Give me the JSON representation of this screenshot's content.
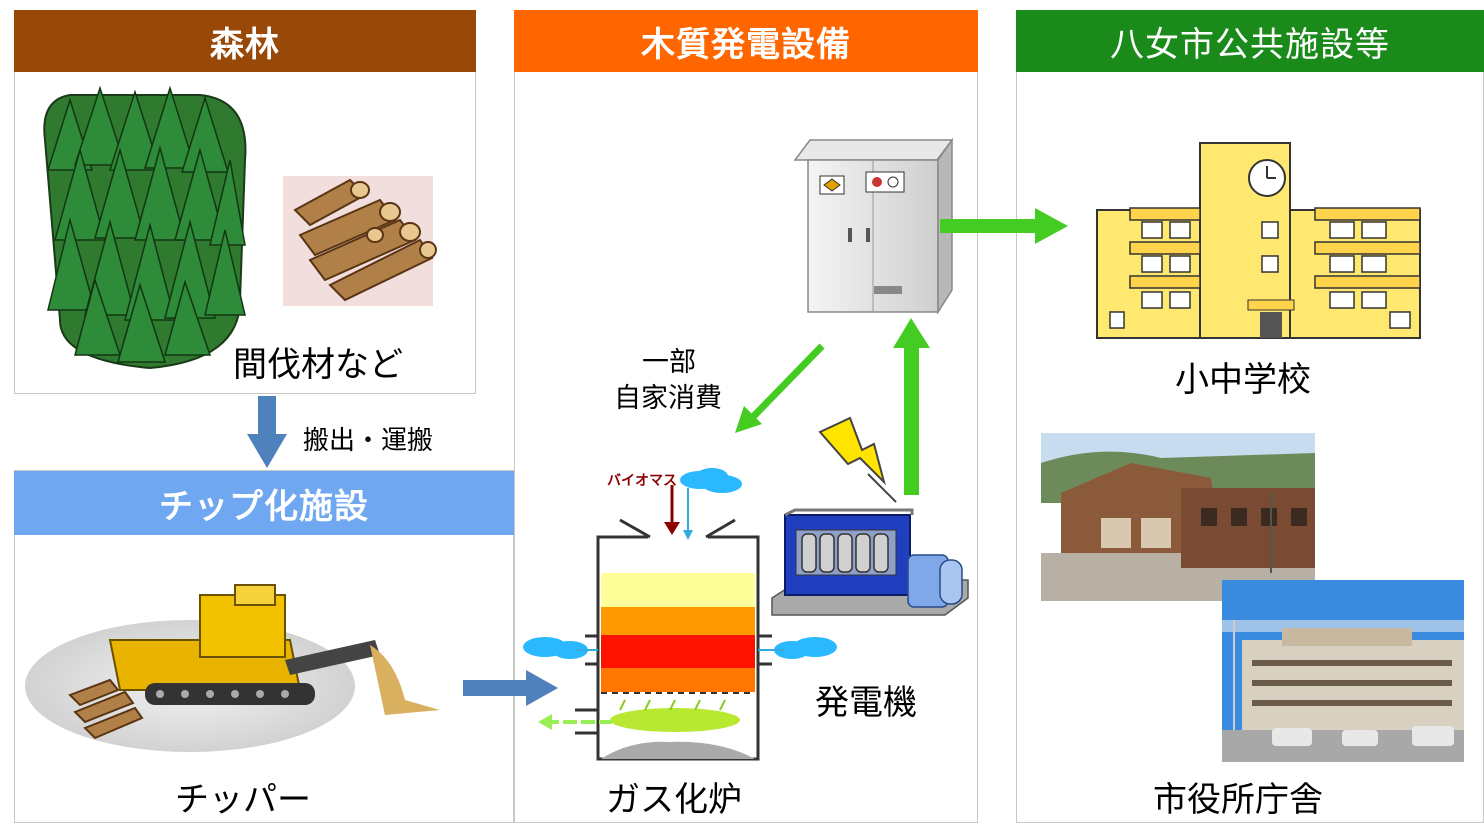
{
  "sections": {
    "forest": {
      "title": "森林",
      "color": "#984807",
      "caption": "間伐材など"
    },
    "chip": {
      "title": "チップ化施設",
      "color": "#6fa8f0",
      "caption": "チッパー"
    },
    "power": {
      "title": "木質発電設備",
      "color": "#ff6600",
      "gasifier_caption": "ガス化炉",
      "generator_caption": "発電機",
      "biomass_label": "バイオマス",
      "self_use_line1": "一部",
      "self_use_line2": "自家消費"
    },
    "public": {
      "title": "八女市公共施設等",
      "color": "#1a8a1a",
      "school_caption": "小中学校",
      "cityhall_caption": "市役所庁舎"
    }
  },
  "transport_label": "搬出・運搬",
  "colors": {
    "flow_arrow": "#4f81bd",
    "power_arrow": "#44cc22",
    "bolt": "#ffe400"
  }
}
